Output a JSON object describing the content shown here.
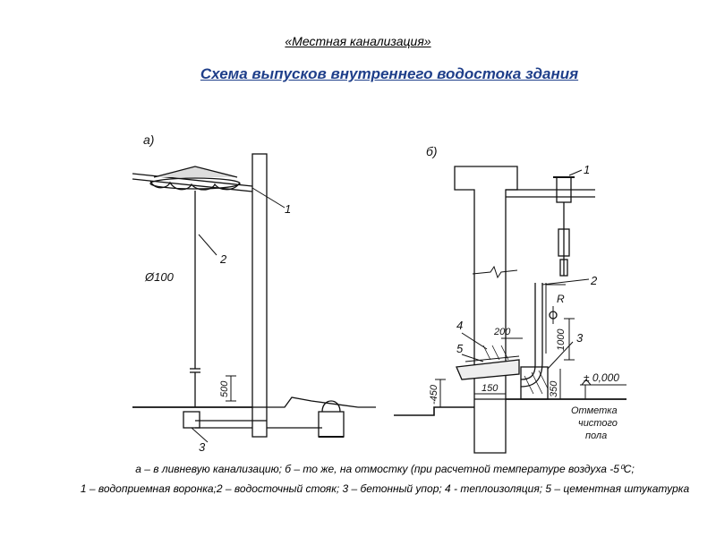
{
  "header": {
    "subtitle": "«Местная канализация»",
    "title": "Схема выпусков внутреннего водостока здания"
  },
  "diagram_a": {
    "panel_label": "а)",
    "pipe_diameter": "Ø100",
    "callout_1": "1",
    "callout_2": "2",
    "callout_3": "3",
    "dim_500": "500"
  },
  "diagram_b": {
    "panel_label": "б)",
    "callout_1": "1",
    "callout_2": "2",
    "callout_3": "3",
    "callout_4": "4",
    "callout_5": "5",
    "radius_label": "R",
    "dim_200": "200",
    "dim_1000": "1000",
    "dim_150": "150",
    "dim_350": "350",
    "dim_450": "-450",
    "level_zero": "± 0,000",
    "floor_mark_line1": "Отметка",
    "floor_mark_line2": "чистого",
    "floor_mark_line3": "пола"
  },
  "captions": {
    "line1": "а – в ливневую канализацию; б – то же, на отмостку (при расчетной температуре воздуха -5⁰С;",
    "line2": "1 – водоприемная воронка;2 – водосточный стояк; 3 – бетонный упор; 4 -  теплоизоляция; 5 – цементная штукатурка"
  },
  "colors": {
    "title": "#1f3f8a",
    "line": "#111111"
  }
}
